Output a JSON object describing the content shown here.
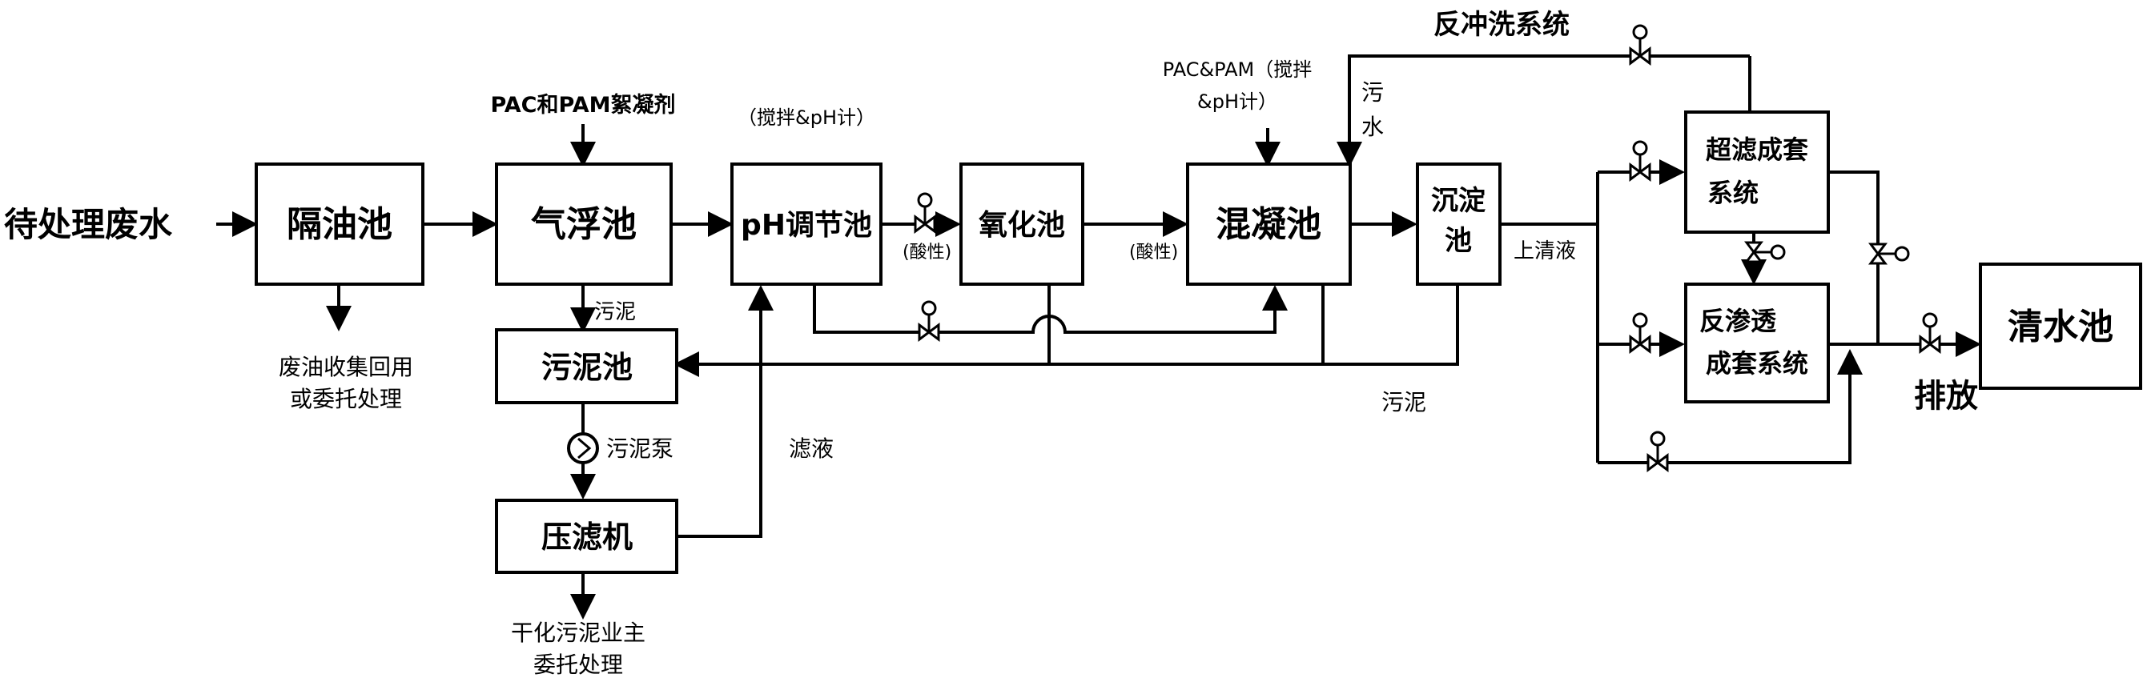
{
  "blocks": {
    "oil_separator": "隔油池",
    "air_flotation": "气浮池",
    "ph_adjust": "pH调节池",
    "oxidation": "氧化池",
    "coagulation": "混凝池",
    "sedimentation_l1": "沉淀",
    "sedimentation_l2": "池",
    "sludge_tank": "污泥池",
    "filter_press": "压滤机",
    "uf_l1": "超滤成套",
    "uf_l2": "系统",
    "ro_l1": "反渗透",
    "ro_l2": "成套系统",
    "clear_water": "清水池"
  },
  "labels": {
    "input": "待处理废水",
    "pac_pam_coagulant": "PAC和PAM絮凝剂",
    "stir_ph_meter": "（搅拌&pH计）",
    "pac_pam_l1": "PAC&PAM（搅拌",
    "pac_pam_l2": "&pH计）",
    "backwash": "反冲洗系统",
    "sewage_l1": "污",
    "sewage_l2": "水",
    "acidic_1": "(酸性)",
    "acidic_2": "(酸性)",
    "sludge_1": "污泥",
    "sludge_2": "污泥",
    "waste_oil_l1": "废油收集回用",
    "waste_oil_l2": "或委托处理",
    "sludge_pump": "污泥泵",
    "filtrate": "滤液",
    "dried_sludge_l1": "干化污泥业主",
    "dried_sludge_l2": "委托处理",
    "supernatant": "上清液",
    "discharge": "排放"
  }
}
